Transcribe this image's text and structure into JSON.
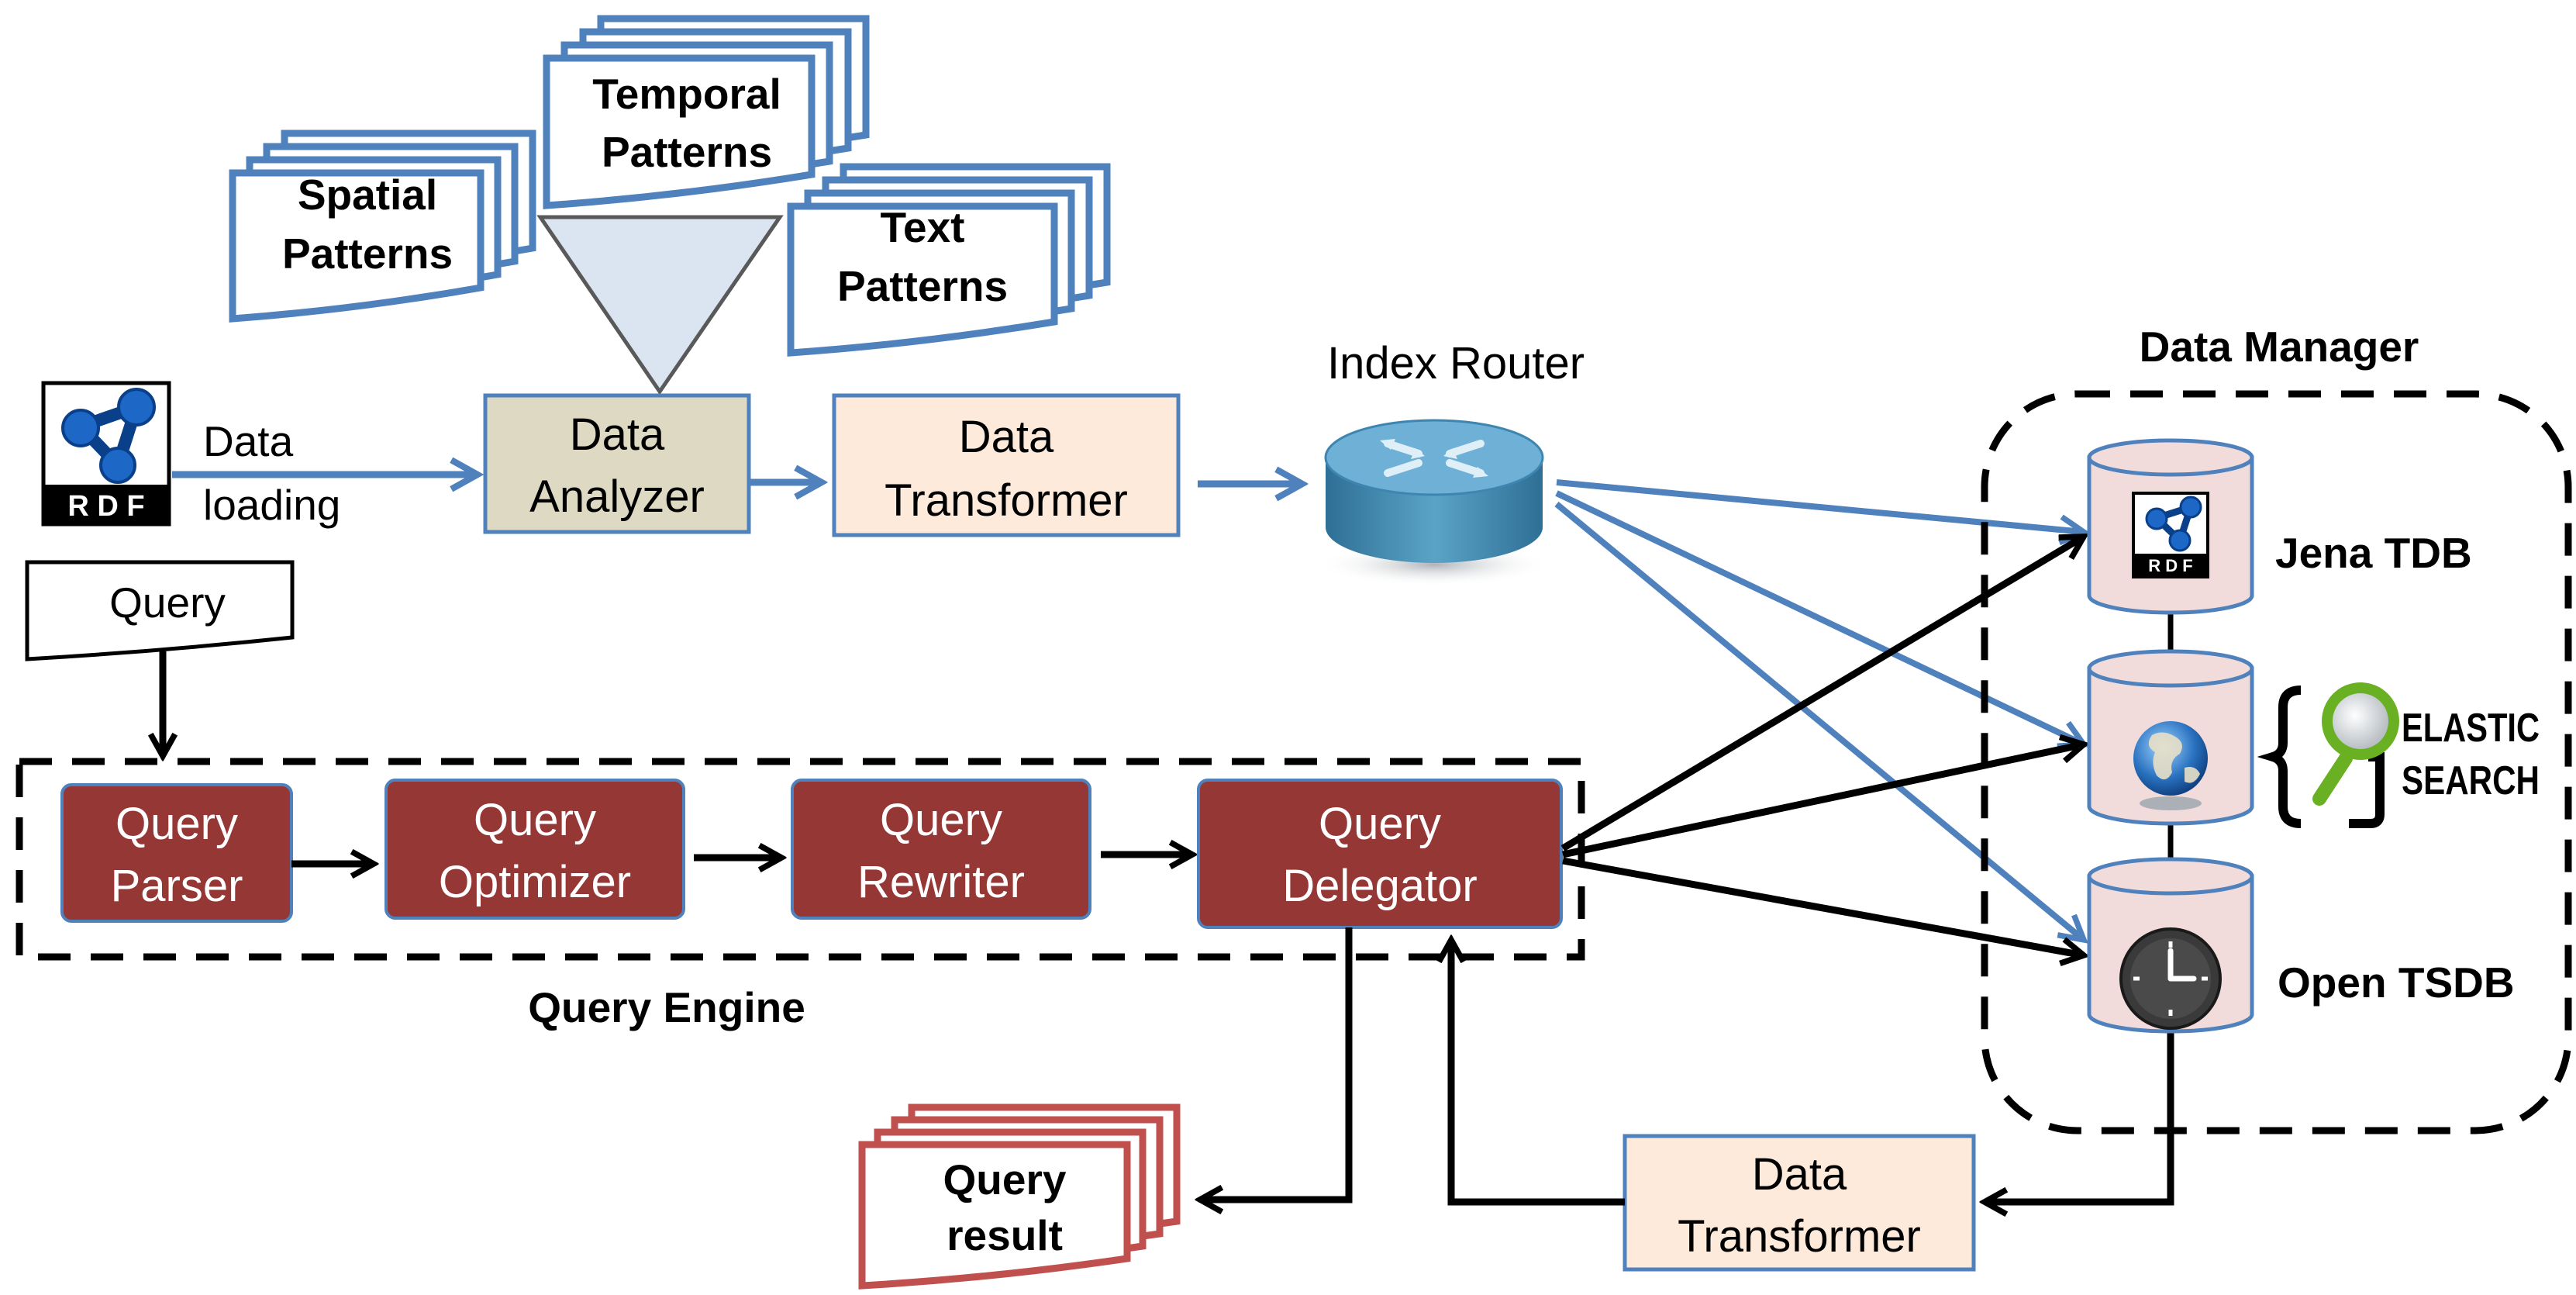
{
  "patterns": {
    "spatial": [
      "Spatial",
      "Patterns"
    ],
    "temporal": [
      "Temporal",
      "Patterns"
    ],
    "text": [
      "Text",
      "Patterns"
    ]
  },
  "rdf_logo_text": "R D F",
  "data_loading": [
    "Data",
    "loading"
  ],
  "data_analyzer": [
    "Data",
    "Analyzer"
  ],
  "data_transformer_top": [
    "Data",
    "Transformer"
  ],
  "index_router": "Index Router",
  "query_doc": "Query",
  "query_engine": {
    "title": "Query Engine",
    "parser": [
      "Query",
      "Parser"
    ],
    "optimizer": [
      "Query",
      "Optimizer"
    ],
    "rewriter": [
      "Query",
      "Rewriter"
    ],
    "delegator": [
      "Query",
      "Delegator"
    ]
  },
  "query_result": [
    "Query",
    "result"
  ],
  "data_transformer_bottom": [
    "Data",
    "Transformer"
  ],
  "data_manager": {
    "title": "Data Manager",
    "jena": "Jena TDB",
    "elastic_logo": [
      "ELASTIC",
      "SEARCH"
    ],
    "opentsdb": "Open TSDB"
  },
  "colors": {
    "blue_arrow": "#4f81bd",
    "maroon": "#953735",
    "peach": "#fdeada",
    "analyzer_fill": "#ddd9c3",
    "cylinder_fill": "#f2dcdb",
    "result_red": "#c0504d"
  }
}
